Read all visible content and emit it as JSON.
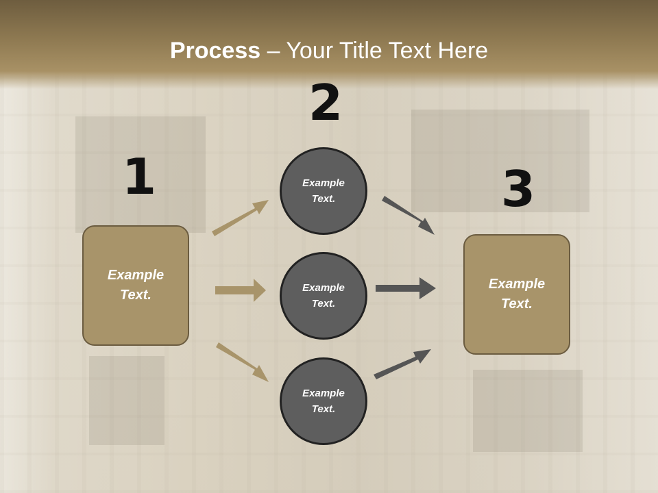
{
  "slide": {
    "title_bold": "Process",
    "title_rest": " – Your Title Text Here"
  },
  "steps": {
    "one": "1",
    "two": "2",
    "three": "3"
  },
  "boxes": {
    "left": "Example\nText.",
    "right": "Example\nText."
  },
  "circles": {
    "top": "Example\nText.",
    "middle": "Example\nText.",
    "bottom": "Example\nText."
  },
  "colors": {
    "header": "#8f7a52",
    "box_fill": "#a8946a",
    "circle_fill": "#5e5e5e",
    "arrow_tan": "#a8946a",
    "arrow_gray": "#555555"
  }
}
